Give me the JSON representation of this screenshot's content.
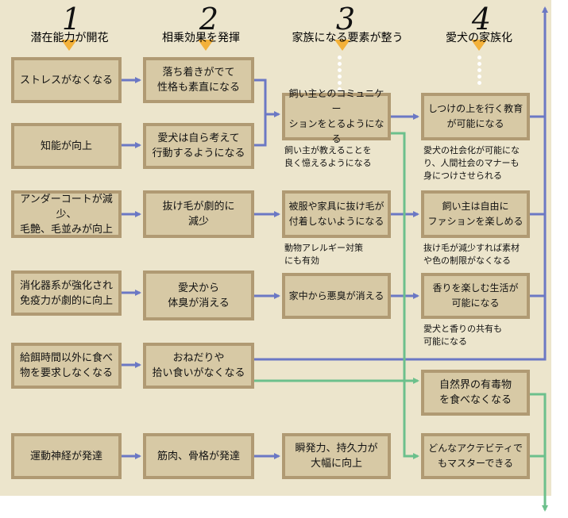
{
  "stages": [
    {
      "number": "1",
      "title": "潜在能力が開花"
    },
    {
      "number": "2",
      "title": "相乗効果を発揮"
    },
    {
      "number": "3",
      "title": "家族になる要素が整う"
    },
    {
      "number": "4",
      "title": "愛犬の家族化"
    }
  ],
  "column1": [
    "ストレスがなくなる",
    "知能が向上",
    "アンダーコートが減少、\n毛艶、毛並みが向上",
    "消化器系が強化され\n免疫力が劇的に向上",
    "給餌時間以外に食べ\n物を要求しなくなる",
    "運動神経が発達"
  ],
  "column2": [
    "落ち着きがでて\n性格も素直になる",
    "愛犬は自ら考えて\n行動するようになる",
    "抜け毛が劇的に\n減少",
    "愛犬から\n体臭が消える",
    "おねだりや\n拾い食いがなくなる",
    "筋肉、骨格が発達"
  ],
  "column3": [
    "飼い主とのコミュニケー\nションをとるようになる",
    "被服や家具に抜け毛が\n付着しないようになる",
    "家中から悪臭が消える",
    "瞬発力、持久力が\n大幅に向上"
  ],
  "column3_notes": [
    "飼い主が教えることを\n良く憶えるようになる",
    "動物アレルギー対策\nにも有効"
  ],
  "column4": [
    "しつけの上を行く教育\nが可能になる",
    "飼い主は自由に\nファションを楽しめる",
    "香りを楽しむ生活が\n可能になる",
    "自然界の有毒物\nを食べなくなる",
    "どんなアクテビティで\nもマスターできる"
  ],
  "column4_notes": [
    "愛犬の社会化が可能にな\nり、人間社会のマナーも\n身につけさせられる",
    "抜け毛が減少すれば素材\nや色の制限がなくなる",
    "愛犬と香りの共有も\n可能になる"
  ],
  "colors": {
    "panel": "#ece5cc",
    "box_fill": "#d7c9a5",
    "box_border": "#b09a73",
    "arrow_blue": "#6b78c4",
    "arrow_green": "#6cc08c",
    "stage_marker": "#f3b13a"
  }
}
